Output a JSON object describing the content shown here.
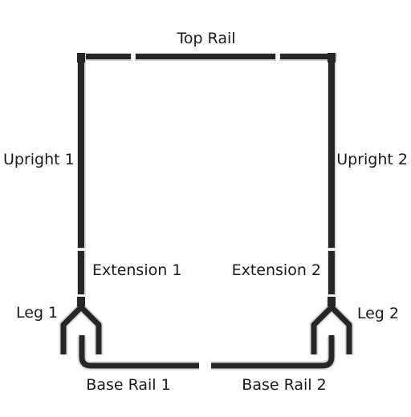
{
  "labels": {
    "top_rail": "Top Rail",
    "upright_1": "Upright 1",
    "upright_2": "Upright 2",
    "extension_1": "Extension 1",
    "extension_2": "Extension 2",
    "leg_1": "Leg 1",
    "leg_2": "Leg 2",
    "base_rail_1": "Base Rail 1",
    "base_rail_2": "Base Rail 2"
  },
  "colors": {
    "part": "#262626",
    "shadow": "#d9d9d9",
    "text": "#1a1a1a"
  }
}
